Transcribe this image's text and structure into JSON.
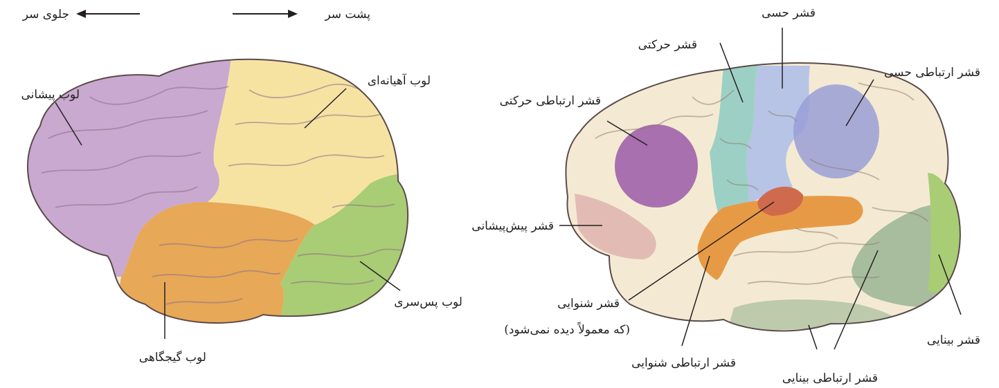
{
  "colors": {
    "frontal_lobe": "#c9a9cf",
    "parietal_lobe": "#f6e3a2",
    "temporal_lobe": "#e7a858",
    "occipital_lobe": "#a9cd74",
    "brain_base": "#f4ead3",
    "motor_cortex": "#9dd0c4",
    "sensory_cortex": "#b7c4e6",
    "motor_association": "#9a5aa8",
    "sensory_association": "#9a9fd6",
    "auditory": "#e79a45",
    "auditory_hidden": "#cf6a4c",
    "prefrontal": "#ddb0ac",
    "visual": "#a9cd74",
    "visual_association": "#8fae8c",
    "gyri_line": "#8a6a8c",
    "outline": "#3a3a3a"
  },
  "direction": {
    "front": "جلوی سر",
    "back": "پشت سر"
  },
  "left_brain": {
    "frontal": "لوب پیشانی",
    "parietal": "لوب آهیانه‌ای",
    "occipital": "لوب پس‌سری",
    "temporal": "لوب گیجگاهی"
  },
  "right_brain": {
    "sensory": "قشر حسی",
    "motor": "قشر حرکتی",
    "sensory_association": "قشر ارتباطی حسی",
    "motor_association": "قشر ارتباطی حرکتی",
    "prefrontal": "قشر پیش‌پیشانی",
    "auditory": "قشر شنوایی",
    "auditory_note": "(که معمولاً دیده نمی‌شود)",
    "auditory_association": "قشر ارتباطی شنوایی",
    "visual_association": "قشر ارتباطی بینایی",
    "visual": "قشر بینایی"
  }
}
